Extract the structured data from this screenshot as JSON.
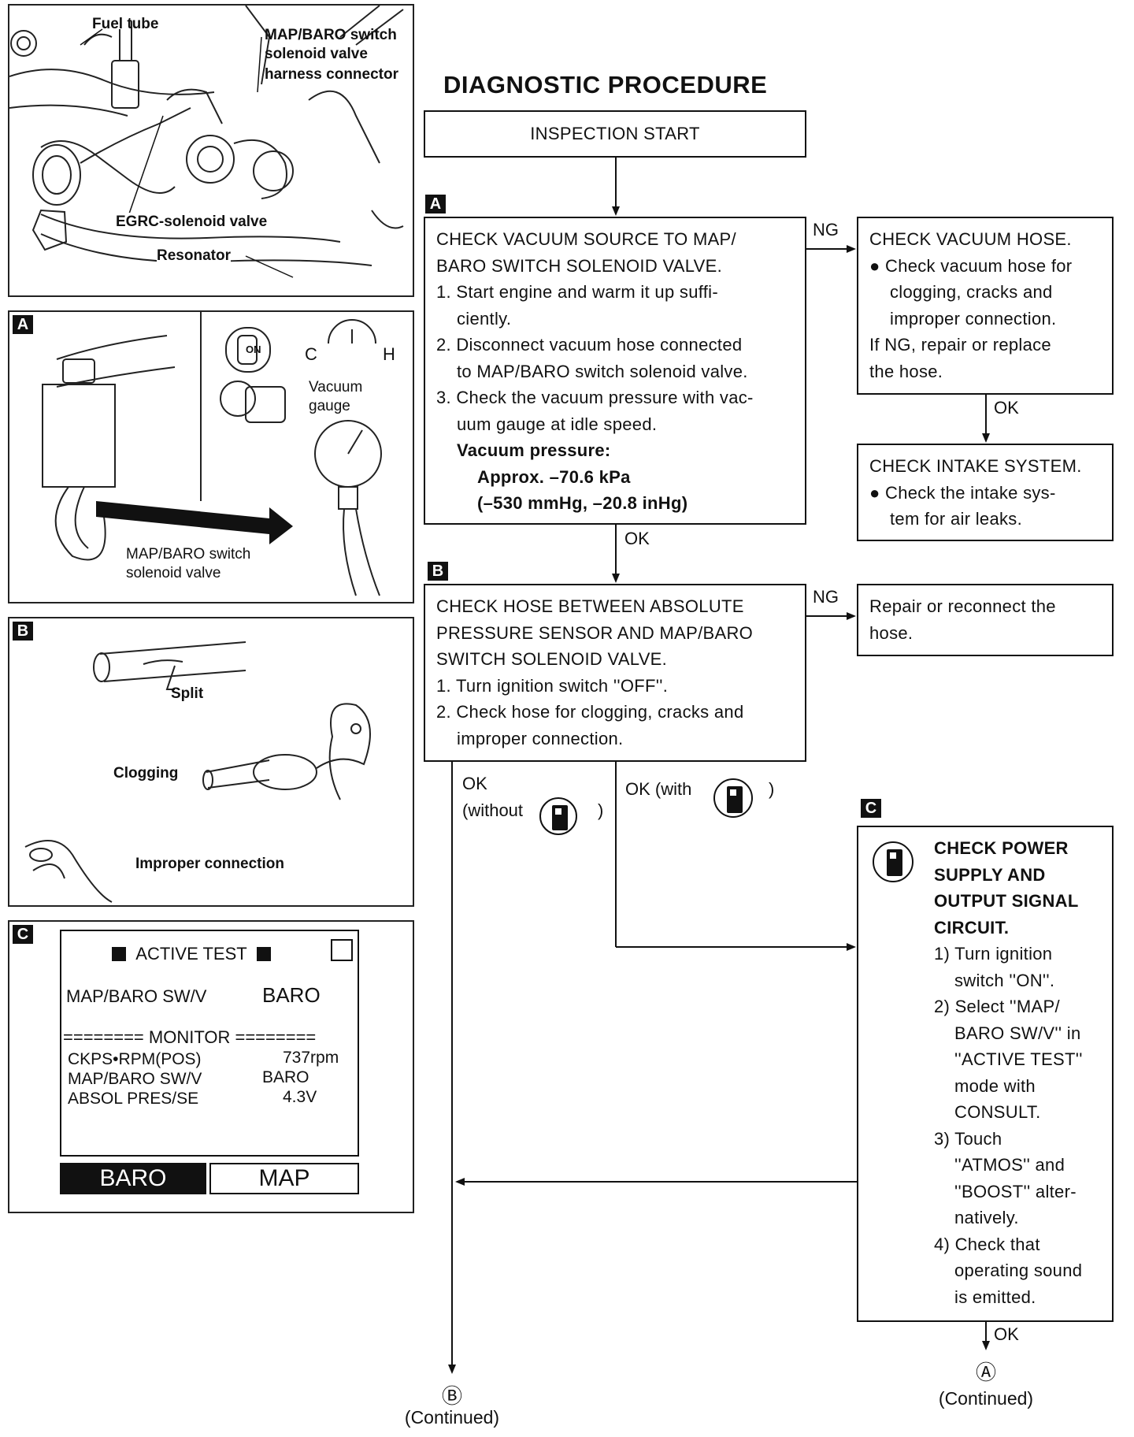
{
  "title": "DIAGNOSTIC PROCEDURE",
  "tags": {
    "a": "A",
    "b": "B",
    "c": "C"
  },
  "engine_figure": {
    "fuel_tube": "Fuel tube",
    "map_baro_harness_1": "MAP/BARO switch",
    "map_baro_harness_2": "solenoid valve",
    "map_baro_harness_3": "harness connector",
    "egrc": "EGRC-solenoid valve",
    "resonator": "Resonator"
  },
  "figure_a": {
    "vacuum_gauge_1": "Vacuum",
    "vacuum_gauge_2": "gauge",
    "valve_label_1": "MAP/BARO switch",
    "valve_label_2": "solenoid valve",
    "key_label": "ON",
    "temp_c": "C",
    "temp_h": "H"
  },
  "figure_b": {
    "split": "Split",
    "clogging": "Clogging",
    "improper": "Improper connection"
  },
  "consult": {
    "header": "ACTIVE TEST",
    "row1_label": "MAP/BARO SW/V",
    "row1_value": "BARO",
    "monitor": "======== MONITOR ========",
    "rows": [
      {
        "label": "CKPS•RPM(POS)",
        "value": "737rpm"
      },
      {
        "label": "MAP/BARO SW/V",
        "value": "BARO"
      },
      {
        "label": "ABSOL PRES/SE",
        "value": "4.3V"
      }
    ],
    "btn_left": "BARO",
    "btn_right": "MAP"
  },
  "flow": {
    "start": "INSPECTION START",
    "box_a": {
      "l1": "CHECK VACUUM SOURCE TO MAP/",
      "l2": "BARO SWITCH SOLENOID VALVE.",
      "s1": "1. Start engine and warm it up suffi-",
      "s1b": "ciently.",
      "s2": "2. Disconnect vacuum hose connected",
      "s2b": "to MAP/BARO switch solenoid valve.",
      "s3": "3. Check the vacuum pressure with vac-",
      "s3b": "uum gauge at idle speed.",
      "vp": "Vacuum pressure:",
      "vp1": "Approx. –70.6 kPa",
      "vp2": "(–530 mmHg, –20.8 inHg)"
    },
    "vac_hose": {
      "l1": "CHECK VACUUM HOSE.",
      "l2": "● Check vacuum hose for",
      "l3": "clogging, cracks and",
      "l4": "improper connection.",
      "l5": "If NG, repair or replace",
      "l6": "the hose."
    },
    "intake": {
      "l1": "CHECK INTAKE SYSTEM.",
      "l2": "● Check the intake sys-",
      "l3": "tem for air leaks."
    },
    "box_b": {
      "l1": "CHECK HOSE BETWEEN ABSOLUTE",
      "l2": "PRESSURE SENSOR AND MAP/BARO",
      "l3": "SWITCH SOLENOID VALVE.",
      "s1": "1. Turn ignition switch ''OFF''.",
      "s2": "2. Check hose for clogging, cracks and",
      "s2b": "improper connection."
    },
    "repair": {
      "l1": "Repair or reconnect the",
      "l2": "hose."
    },
    "box_c": {
      "h1": "CHECK POWER",
      "h2": "SUPPLY AND",
      "h3": "OUTPUT SIGNAL",
      "h4": "CIRCUIT.",
      "s1": "1) Turn ignition",
      "s1b": "switch ''ON''.",
      "s2": "2) Select ''MAP/",
      "s2b": "BARO SW/V'' in",
      "s2c": "''ACTIVE TEST''",
      "s2d": "mode with",
      "s2e": "CONSULT.",
      "s3": "3) Touch",
      "s3b": "''ATMOS'' and",
      "s3c": "''BOOST'' alter-",
      "s3d": "natively.",
      "s4": "4) Check that",
      "s4b": "operating sound",
      "s4c": "is emitted."
    },
    "ng": "NG",
    "ok": "OK",
    "ok_without_1": "OK",
    "ok_without_2": "(without",
    "ok_with": "OK (with",
    "paren": ")",
    "conn_a": "Ⓐ",
    "conn_b": "Ⓑ",
    "continued": "(Continued)"
  }
}
